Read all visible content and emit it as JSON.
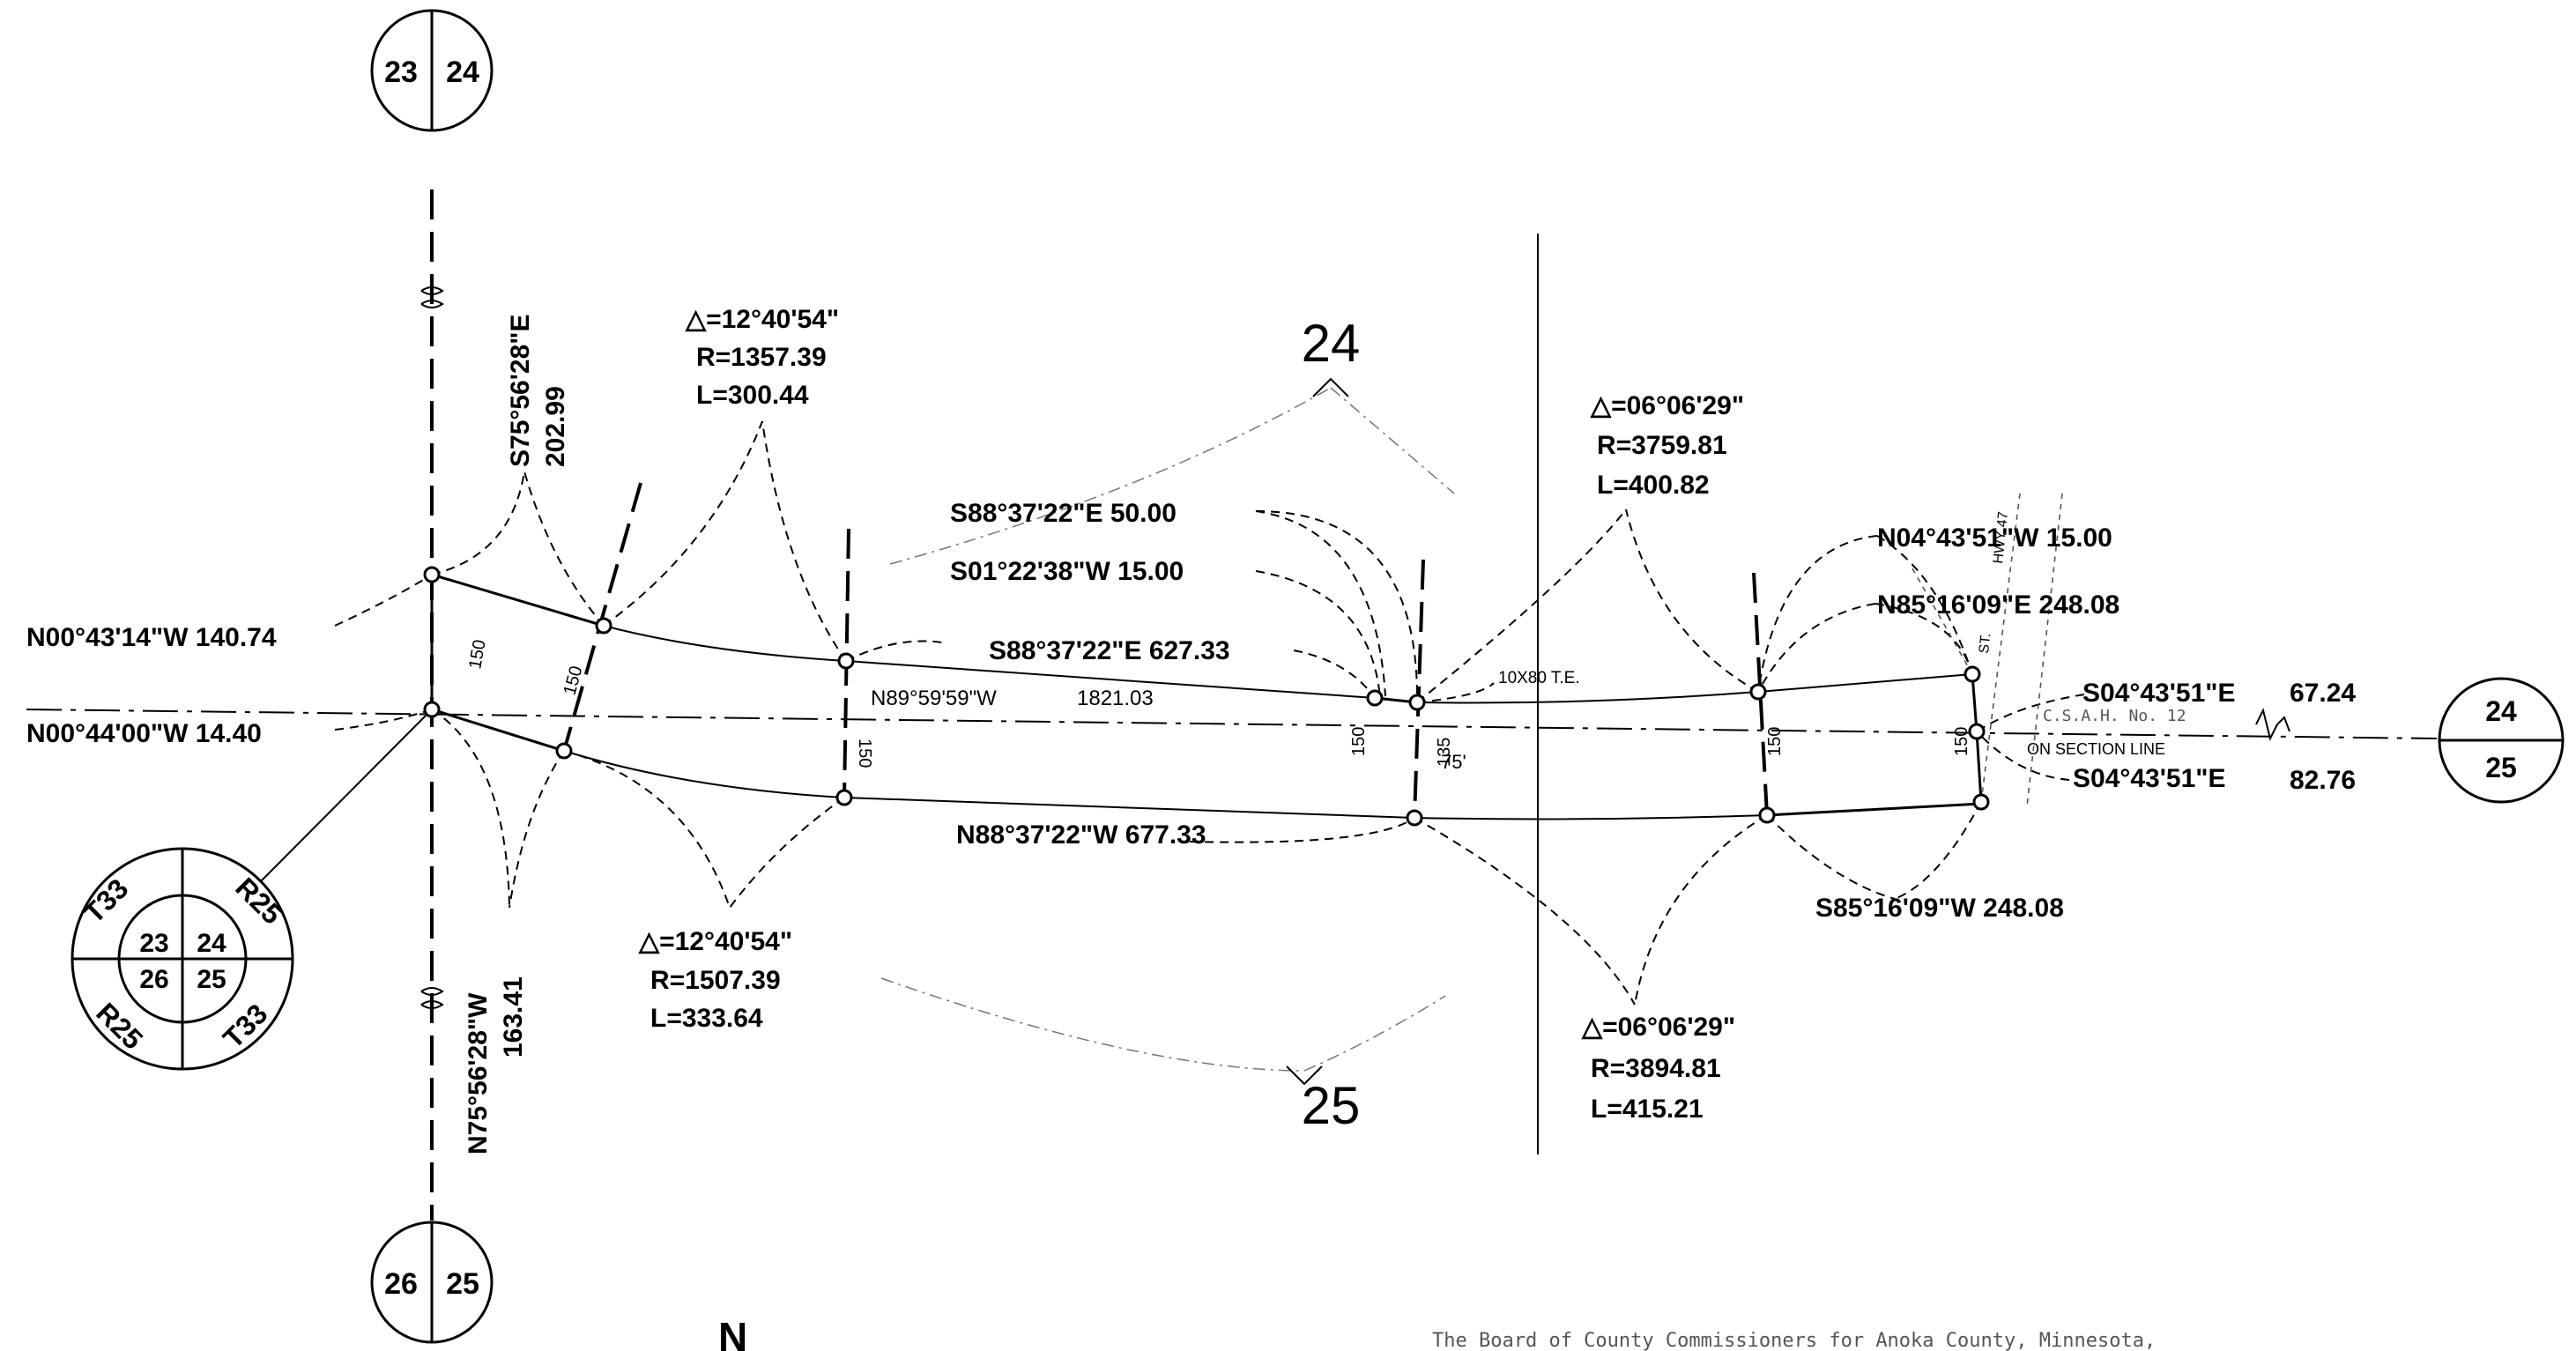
{
  "section_markers": {
    "top": [
      "23",
      "24"
    ],
    "bottom": [
      "26",
      "25"
    ],
    "right": [
      "24",
      "25"
    ]
  },
  "locator": {
    "outer": [
      "T33",
      "R25",
      "R25",
      "T33"
    ],
    "inner": [
      "23",
      "24",
      "26",
      "25"
    ]
  },
  "section_numbers": {
    "north": "24",
    "south": "25"
  },
  "bearings": {
    "n00_43_14": "N00°43'14\"W  140.74",
    "n00_44_00": "N00°44'00\"W  14.40",
    "s75_bearing": "S75°56'28\"E",
    "s75_distance": "202.99",
    "n75_bearing": "N75°56'28\"W",
    "n75_distance": "163.41",
    "s88_50": "S88°37'22\"E  50.00",
    "s01_15": "S01°22'38\"W  15.00",
    "s88_627": "S88°37'22\"E  627.33",
    "n89_bearing": "N89°59'59\"W",
    "n89_distance": "1821.03",
    "n88_677": "N88°37'22\"W    677.33",
    "n04_15": "N04°43'51\"W  15.00",
    "n85_248": "N85°16'09\"E  248.08",
    "s04_67": "S04°43'51\"E",
    "s04_67_dist": "67.24",
    "s04_82": "S04°43'51\"E",
    "s04_82_dist": "82.76",
    "s85_248": "S85°16'09\"W  248.08"
  },
  "curves": {
    "c1": {
      "delta": "△=12°40'54\"",
      "radius": "R=1357.39",
      "length": "L=300.44"
    },
    "c2": {
      "delta": "△=12°40'54\"",
      "radius": "R=1507.39",
      "length": "L=333.64"
    },
    "c3": {
      "delta": "△=06°06'29\"",
      "radius": "R=3759.81",
      "length": "L=400.82"
    },
    "c4": {
      "delta": "△=06°06'29\"",
      "radius": "R=3894.81",
      "length": "L=415.21"
    }
  },
  "widths": {
    "w150a": "150",
    "w150b": "150",
    "w150c": "150",
    "w150d": "150",
    "w135": "135",
    "w150e": "150",
    "w150f": "150",
    "w75": "75'"
  },
  "notes": {
    "easement": "10X80 T.E.",
    "csah": "C.S.A.H. No. 12",
    "section_line": "ON SECTION LINE",
    "hwy": "HWY 47",
    "st": "ST.",
    "north_arrow": "N",
    "footer": "The Board of County Commissioners for Anoka County, Minnesota,"
  }
}
